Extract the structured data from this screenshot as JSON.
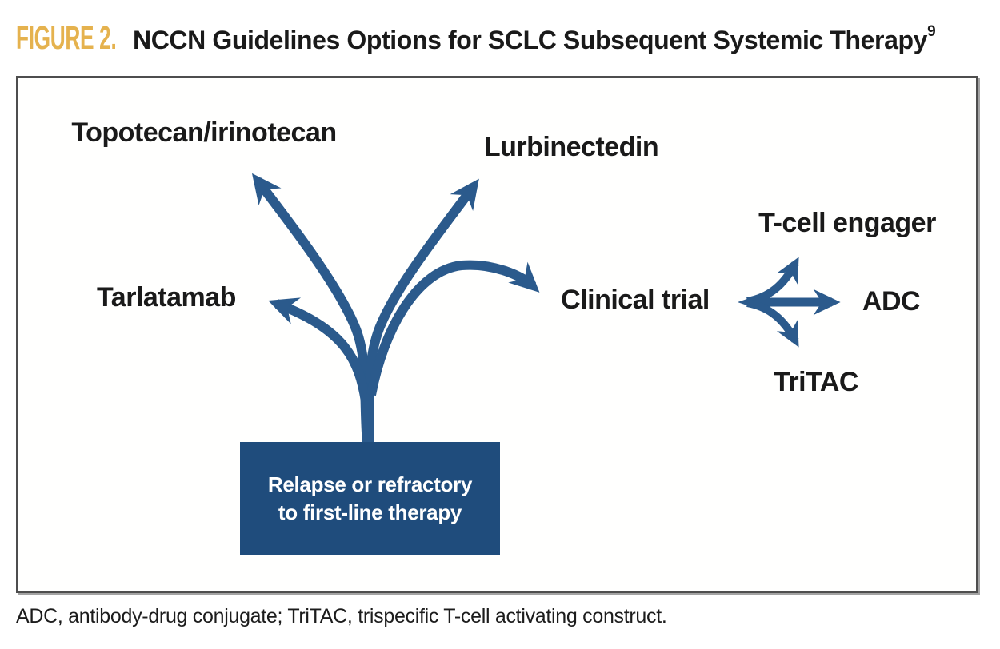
{
  "header": {
    "figure_label": "FIGURE 2.",
    "title": "NCCN Guidelines Options for SCLC Subsequent Systemic Therapy",
    "reference_superscript": "9"
  },
  "diagram": {
    "root_box": {
      "line1": "Relapse or refractory",
      "line2": "to first-line therapy"
    },
    "options": {
      "topotecan": "Topotecan/irinotecan",
      "lurbinectedin": "Lurbinectedin",
      "tarlatamab": "Tarlatamab",
      "clinical_trial": "Clinical trial"
    },
    "clinical_trial_suboptions": {
      "tcell_engager": "T-cell engager",
      "adc": "ADC",
      "tritac": "TriTAC"
    }
  },
  "footnote": "ADC, antibody-drug conjugate; TriTAC, trispecific T-cell activating construct.",
  "colors": {
    "accent_gold": "#E5B24E",
    "arrow_blue": "#2B5A8C",
    "box_blue": "#1F4C7C",
    "panel_border": "#4E4E4E",
    "text_black": "#1A1A1A"
  }
}
